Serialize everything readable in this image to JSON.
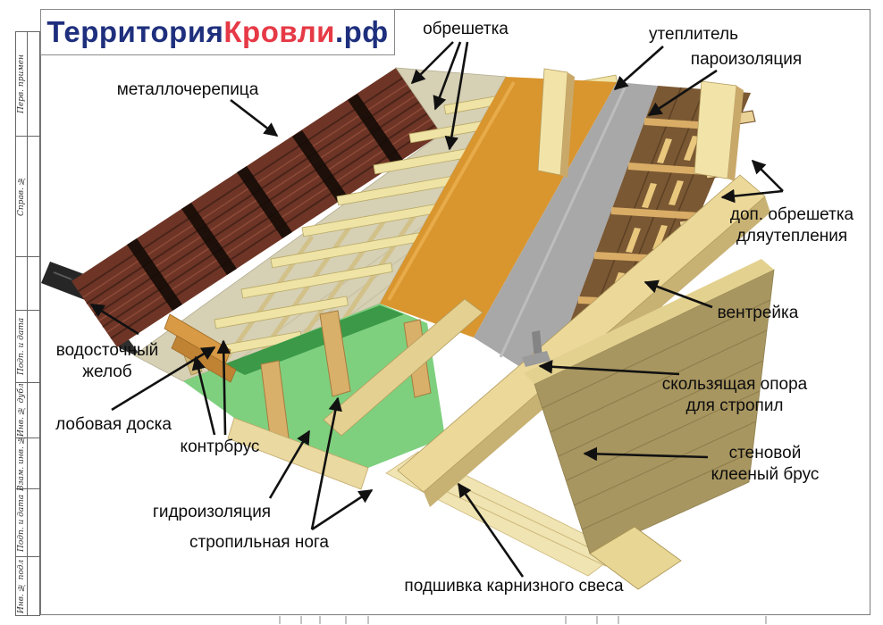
{
  "logo": {
    "territory": "Территория",
    "krovli": "Кровли",
    "tld": ".рф",
    "blue": "#1e2f7d",
    "red": "#e63946"
  },
  "frame": {
    "stamps": [
      "Перв. примен",
      "Справ. №",
      "",
      "Подп. и дата",
      "Инв. № дубл",
      "Взам. инв. №",
      "Подп. и дата",
      "Инв. № подл"
    ]
  },
  "diagram": {
    "labels": {
      "metal_tile": "металлочерепица",
      "sheathing": "обрешетка",
      "insulation": "утеплитель",
      "vapor_barrier": "пароизоляция",
      "extra_sheathing": "доп. обрешетка\nдляутепления",
      "vent_batten": "вентрейка",
      "sliding_support": "скользящая опора\nдля стропил",
      "wall_beam": "стеновой\nклееный брус",
      "gutter": "водосточный\nжелоб",
      "fascia": "лобовая доска",
      "counter_batten": "контрбрус",
      "waterproofing": "гидроизоляция",
      "rafter": "стропильная нога",
      "eaves_soffit": "подшивка карнизного свеса"
    },
    "colors": {
      "metal_tile": "#6e3526",
      "underlayment": "#d6d0b4",
      "batten": "#efe3a6",
      "insulation": "#d9952e",
      "vapor_barrier": "#a8a8a8",
      "wood_deck": "#7a5833",
      "membrane": "#7ed07e",
      "timber": "#ecd99a",
      "wall_beam": "#a89660",
      "arrow": "#111111"
    }
  }
}
